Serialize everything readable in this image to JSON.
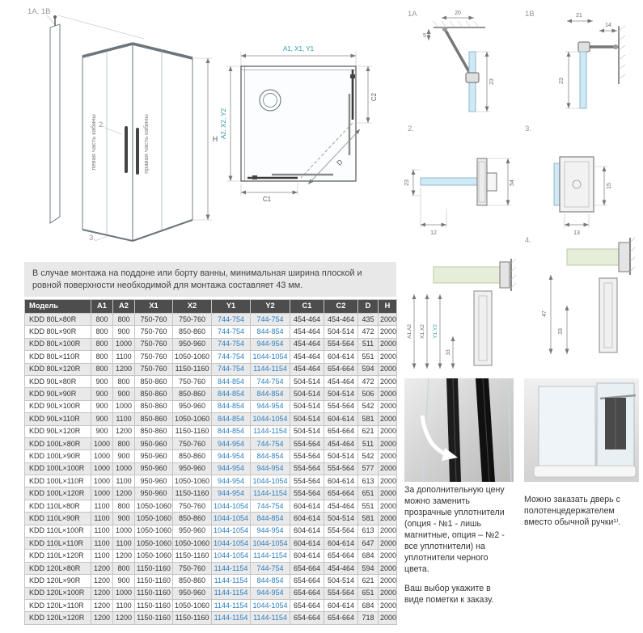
{
  "colors": {
    "accent_blue": "#2e7fc0",
    "accent_teal": "#2e9aa6",
    "header_bg": "#4d4d4d",
    "row_alt": "#e9e9e9",
    "note_bg": "#e8e8e8",
    "glass_blue": "#cfe9f5",
    "glass_green": "#e6eed9"
  },
  "drawings": {
    "ref_label": "1A, 1B",
    "elevation": {
      "left_part": "левая часть кабины",
      "right_part": "правая часть кабины",
      "h": "H",
      "d2": "2.",
      "d3": "3."
    },
    "plan": {
      "top_dim": "A1, X1, Y1",
      "left_dim": "A2, X2, Y2",
      "c1": "C1",
      "c2": "C2",
      "d": "D"
    },
    "detail_1a": {
      "label": "1A",
      "dim_20": "20",
      "dim_5": "5",
      "dim_23": "23"
    },
    "detail_1b": {
      "label": "1B",
      "dim_21": "21",
      "dim_14": "14",
      "dim_23": "23"
    },
    "detail_2": {
      "label": "2.",
      "dim_23": "23",
      "dim_12": "12",
      "dim_54": "54"
    },
    "detail_3": {
      "label": "3.",
      "dim_13": "13",
      "dim_15": "15"
    },
    "detail_adjust": {
      "dim_a": "A1,A2",
      "dim_x": "X1,X2",
      "dim_y": "Y1,Y2",
      "dim_33": "33"
    },
    "detail_4": {
      "label": "4.",
      "dim_47": "47",
      "dim_33": "33"
    }
  },
  "note": "В случае монтажа на поддоне или борту ванны, минимальная ширина плоской и ровной поверхности необходимой для монтажа составляет 43 мм.",
  "table": {
    "headers": [
      "Модель",
      "A1",
      "A2",
      "X1",
      "X2",
      "Y1",
      "Y2",
      "C1",
      "C2",
      "D",
      "H"
    ],
    "rows": [
      [
        "KDD 80L×80R",
        "800",
        "800",
        "750-760",
        "750-760",
        "744-754",
        "744-754",
        "454-464",
        "454-464",
        "435",
        "2000"
      ],
      [
        "KDD 80L×90R",
        "800",
        "900",
        "750-760",
        "850-860",
        "744-754",
        "844-854",
        "454-464",
        "504-514",
        "472",
        "2000"
      ],
      [
        "KDD 80L×100R",
        "800",
        "1000",
        "750-760",
        "950-960",
        "744-754",
        "944-954",
        "454-464",
        "554-564",
        "511",
        "2000"
      ],
      [
        "KDD 80L×110R",
        "800",
        "1100",
        "750-760",
        "1050-1060",
        "744-754",
        "1044-1054",
        "454-464",
        "604-614",
        "551",
        "2000"
      ],
      [
        "KDD 80L×120R",
        "800",
        "1200",
        "750-760",
        "1150-1160",
        "744-754",
        "1144-1154",
        "454-464",
        "654-664",
        "594",
        "2000"
      ],
      [
        "KDD 90L×80R",
        "900",
        "800",
        "850-860",
        "750-760",
        "844-854",
        "744-754",
        "504-514",
        "454-464",
        "472",
        "2000"
      ],
      [
        "KDD 90L×90R",
        "900",
        "900",
        "850-860",
        "850-860",
        "844-854",
        "844-854",
        "504-514",
        "504-514",
        "506",
        "2000"
      ],
      [
        "KDD 90L×100R",
        "900",
        "1000",
        "850-860",
        "950-960",
        "844-854",
        "944-954",
        "504-514",
        "554-564",
        "542",
        "2000"
      ],
      [
        "KDD 90L×110R",
        "900",
        "1100",
        "850-860",
        "1050-1060",
        "844-854",
        "1044-1054",
        "504-514",
        "604-614",
        "581",
        "2000"
      ],
      [
        "KDD 90L×120R",
        "900",
        "1200",
        "850-860",
        "1150-1160",
        "844-854",
        "1144-1154",
        "504-514",
        "654-664",
        "621",
        "2000"
      ],
      [
        "KDD 100L×80R",
        "1000",
        "800",
        "950-960",
        "750-760",
        "944-954",
        "744-754",
        "554-564",
        "454-464",
        "511",
        "2000"
      ],
      [
        "KDD 100L×90R",
        "1000",
        "900",
        "950-960",
        "850-860",
        "944-954",
        "844-854",
        "554-564",
        "504-514",
        "542",
        "2000"
      ],
      [
        "KDD 100L×100R",
        "1000",
        "1000",
        "950-960",
        "950-960",
        "944-954",
        "944-954",
        "554-564",
        "554-564",
        "577",
        "2000"
      ],
      [
        "KDD 100L×110R",
        "1000",
        "1100",
        "950-960",
        "1050-1060",
        "944-954",
        "1044-1054",
        "554-564",
        "604-614",
        "613",
        "2000"
      ],
      [
        "KDD 100L×120R",
        "1000",
        "1200",
        "950-960",
        "1150-1160",
        "944-954",
        "1144-1154",
        "554-564",
        "654-664",
        "651",
        "2000"
      ],
      [
        "KDD 110L×80R",
        "1100",
        "800",
        "1050-1060",
        "750-760",
        "1044-1054",
        "744-754",
        "604-614",
        "454-464",
        "551",
        "2000"
      ],
      [
        "KDD 110L×90R",
        "1100",
        "900",
        "1050-1060",
        "850-860",
        "1044-1054",
        "844-854",
        "604-614",
        "504-514",
        "581",
        "2000"
      ],
      [
        "KDD 110L×100R",
        "1100",
        "1000",
        "1050-1060",
        "950-960",
        "1044-1054",
        "944-954",
        "604-614",
        "554-564",
        "613",
        "2000"
      ],
      [
        "KDD 110L×110R",
        "1100",
        "1100",
        "1050-1060",
        "1050-1060",
        "1044-1054",
        "1044-1054",
        "604-614",
        "604-614",
        "647",
        "2000"
      ],
      [
        "KDD 110L×120R",
        "1100",
        "1200",
        "1050-1060",
        "1150-1160",
        "1044-1054",
        "1144-1154",
        "604-614",
        "654-664",
        "684",
        "2000"
      ],
      [
        "KDD 120L×80R",
        "1200",
        "800",
        "1150-1160",
        "750-760",
        "1144-1154",
        "744-754",
        "654-664",
        "454-464",
        "594",
        "2000"
      ],
      [
        "KDD 120L×90R",
        "1200",
        "900",
        "1150-1160",
        "850-860",
        "1144-1154",
        "844-854",
        "654-664",
        "504-514",
        "621",
        "2000"
      ],
      [
        "KDD 120L×100R",
        "1200",
        "1000",
        "1150-1160",
        "950-960",
        "1144-1154",
        "944-954",
        "654-664",
        "554-564",
        "651",
        "2000"
      ],
      [
        "KDD 120L×110R",
        "1200",
        "1100",
        "1150-1160",
        "1050-1060",
        "1144-1154",
        "1044-1054",
        "654-664",
        "604-614",
        "684",
        "2000"
      ],
      [
        "KDD 120L×120R",
        "1200",
        "1200",
        "1150-1160",
        "1150-1160",
        "1144-1154",
        "1144-1154",
        "654-664",
        "654-664",
        "718",
        "2000"
      ]
    ]
  },
  "captions": {
    "seals_1": "За дополнительную цену можно заменить прозрачные уплотнители (опция - №1 - лишь магнитные, опция – №2 - все уплотнители) на уплотнители черного цвета.",
    "seals_2": "Ваш выбор укажите в виде пометки к заказу.",
    "towel": "Можно заказать дверь с полотенцедержателем вместо обычной ручки¹⁾."
  }
}
